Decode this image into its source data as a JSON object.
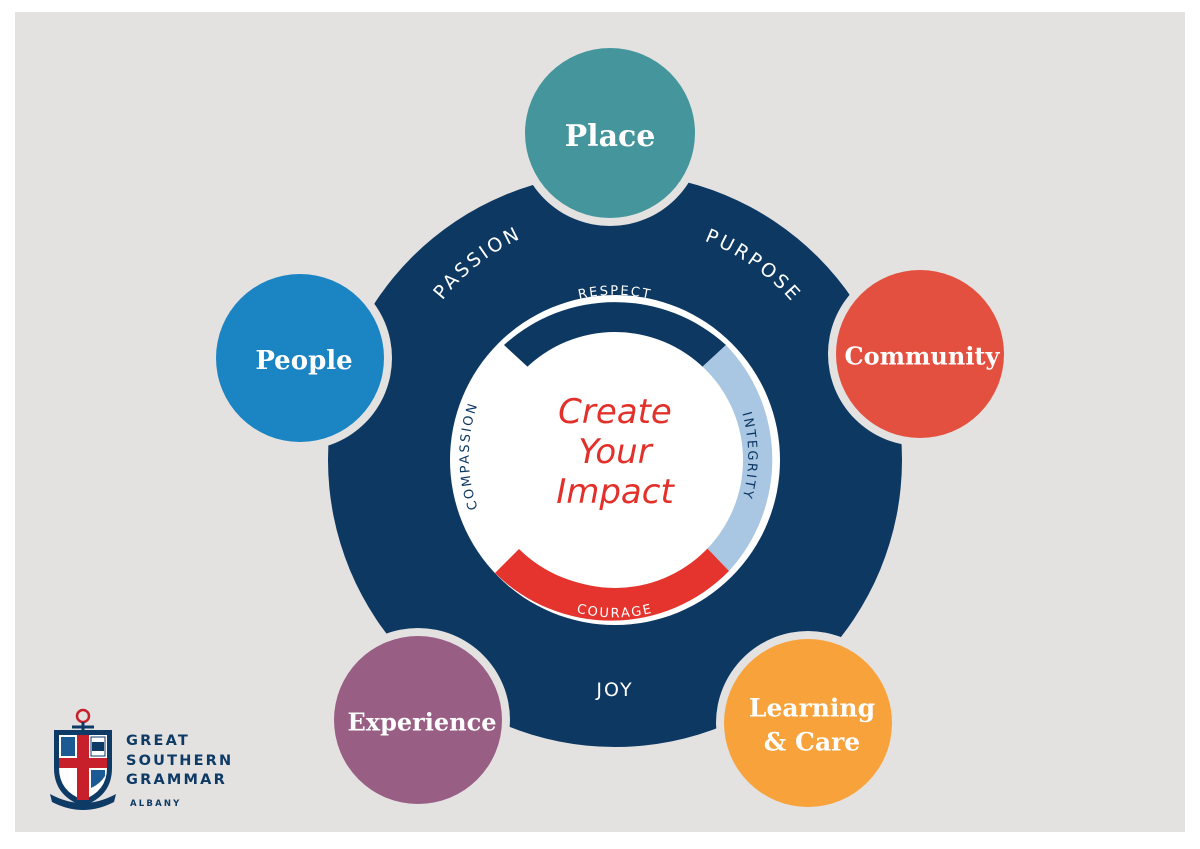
{
  "center": {
    "line1": "Create",
    "line2": "Your",
    "line3": "Impact"
  },
  "inner_values": {
    "top": "RESPECT",
    "left": "COMPASSION",
    "right": "INTEGRITY",
    "bottom": "COURAGE"
  },
  "outer_values": {
    "top_left": "PASSION",
    "top_right": "PURPOSE",
    "bottom": "JOY"
  },
  "pillars": {
    "place": "Place",
    "people": "People",
    "community": "Community",
    "experience": "Experience",
    "learning_line1": "Learning",
    "learning_line2": "& Care"
  },
  "logo": {
    "line1": "GREAT",
    "line2": "SOUTHERN",
    "line3": "GRAMMAR",
    "sub": "ALBANY"
  },
  "colors": {
    "navy": "#0d3862",
    "place": "#44969c",
    "people": "#1b84c3",
    "community": "#e4503f",
    "experience": "#985e84",
    "learning": "#f7a23a",
    "courage": "#e4342d",
    "integrity": "#a9c6e3",
    "center_text": "#e2312b",
    "background": "#e3e2e1"
  }
}
